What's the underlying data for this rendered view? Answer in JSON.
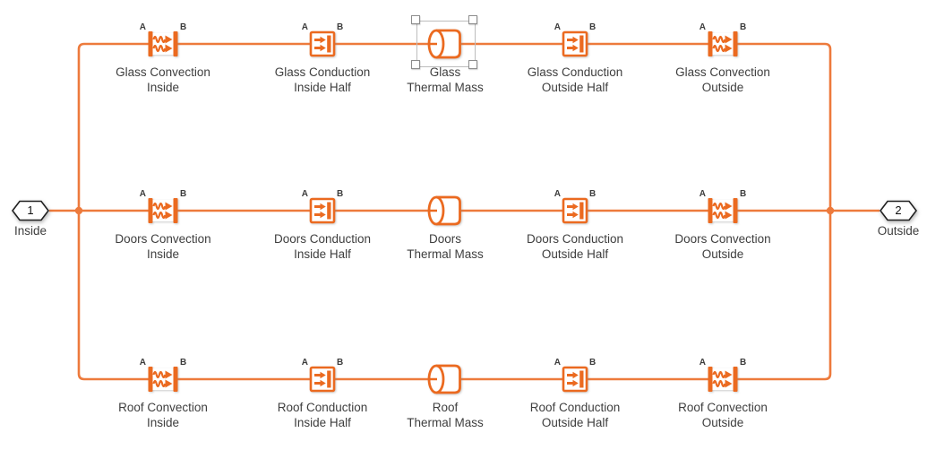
{
  "colors": {
    "wire": "#ED7A3C",
    "block": "#EB6A20",
    "text": "#3E3E3E"
  },
  "pins": {
    "a": "A",
    "b": "B"
  },
  "ports": {
    "inside": {
      "number": "1",
      "label": "Inside"
    },
    "outside": {
      "number": "2",
      "label": "Outside"
    }
  },
  "rows": [
    {
      "id": "glass",
      "blocks": [
        {
          "type": "convection",
          "line1": "Glass Convection",
          "line2": "Inside"
        },
        {
          "type": "conduction",
          "line1": "Glass Conduction",
          "line2": "Inside Half"
        },
        {
          "type": "thermal-mass",
          "line1": "Glass",
          "line2": "Thermal Mass",
          "selected": true
        },
        {
          "type": "conduction",
          "line1": "Glass Conduction",
          "line2": "Outside Half"
        },
        {
          "type": "convection",
          "line1": "Glass Convection",
          "line2": "Outside"
        }
      ]
    },
    {
      "id": "doors",
      "blocks": [
        {
          "type": "convection",
          "line1": "Doors Convection",
          "line2": "Inside"
        },
        {
          "type": "conduction",
          "line1": "Doors Conduction",
          "line2": "Inside Half"
        },
        {
          "type": "thermal-mass",
          "line1": "Doors",
          "line2": "Thermal Mass",
          "selected": false
        },
        {
          "type": "conduction",
          "line1": "Doors Conduction",
          "line2": "Outside Half"
        },
        {
          "type": "convection",
          "line1": "Doors Convection",
          "line2": "Outside"
        }
      ]
    },
    {
      "id": "roof",
      "blocks": [
        {
          "type": "convection",
          "line1": "Roof Convection",
          "line2": "Inside"
        },
        {
          "type": "conduction",
          "line1": "Roof Conduction",
          "line2": "Inside Half"
        },
        {
          "type": "thermal-mass",
          "line1": "Roof",
          "line2": "Thermal Mass",
          "selected": false
        },
        {
          "type": "conduction",
          "line1": "Roof Conduction",
          "line2": "Outside Half"
        },
        {
          "type": "convection",
          "line1": "Roof Convection",
          "line2": "Outside"
        }
      ]
    }
  ]
}
